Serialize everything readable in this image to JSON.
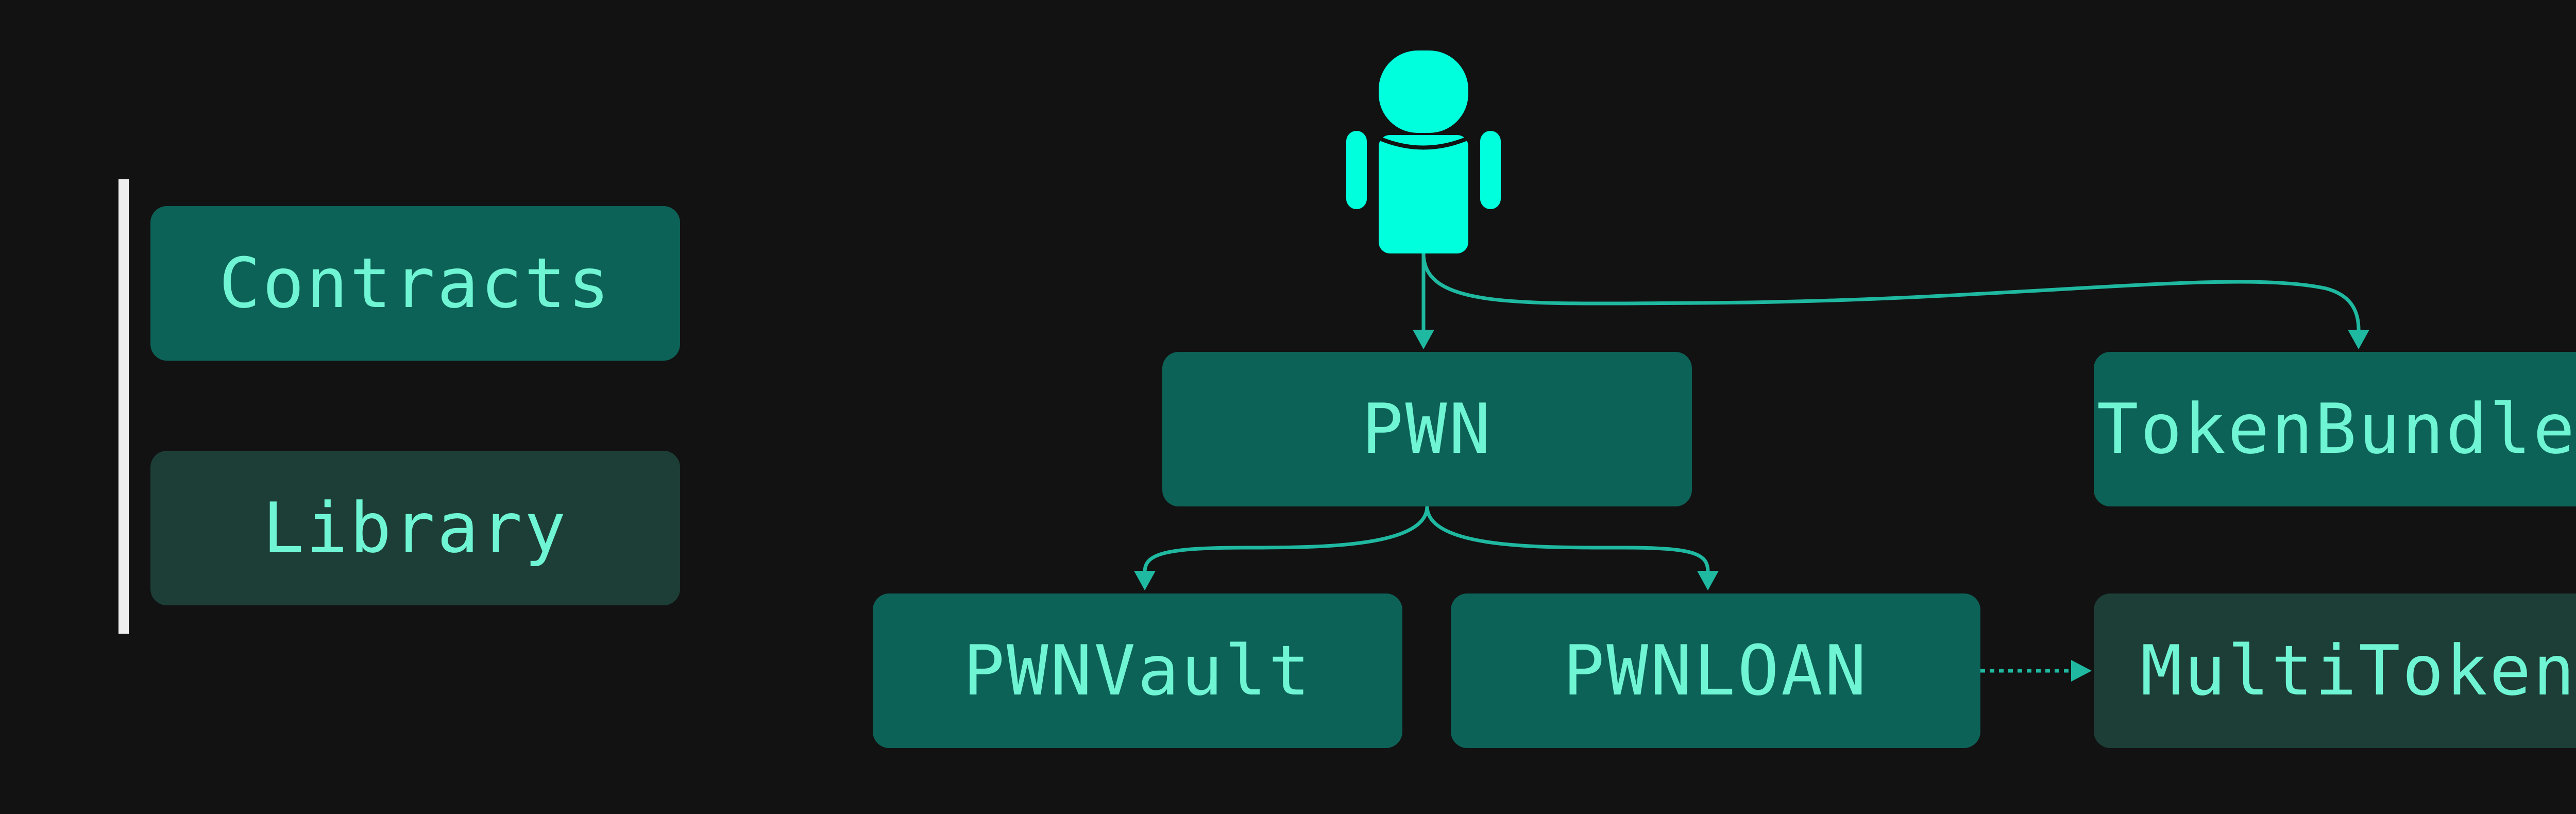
{
  "legend": {
    "contracts_label": "Contracts",
    "library_label": "Library"
  },
  "nodes": {
    "pwn": "PWN",
    "token_bundler": "TokenBundler",
    "pwn_vault": "PWNVault",
    "pwn_loan": "PWNLOAN",
    "multi_token": "MultiToken"
  },
  "edges": [
    {
      "from": "user",
      "to": "PWN",
      "style": "solid"
    },
    {
      "from": "user",
      "to": "TokenBundler",
      "style": "solid"
    },
    {
      "from": "PWN",
      "to": "PWNVault",
      "style": "solid"
    },
    {
      "from": "PWN",
      "to": "PWNLOAN",
      "style": "solid"
    },
    {
      "from": "PWNLOAN",
      "to": "MultiToken",
      "style": "dotted"
    }
  ],
  "colors": {
    "background": "#121212",
    "contract_fill": "#0d6257",
    "library_fill": "#1c3e36",
    "text": "#6ff5d3",
    "edge": "#1fb8a0",
    "user_icon": "#00ffdc",
    "legend_bar": "#eeeeee"
  },
  "icons": {
    "user": "person-icon"
  }
}
